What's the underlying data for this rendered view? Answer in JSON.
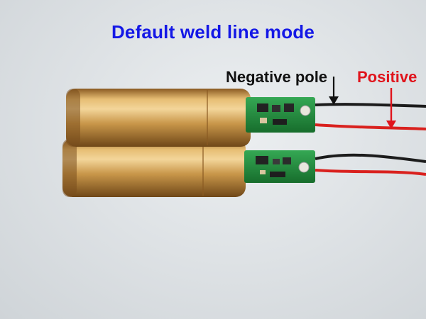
{
  "title": "Default weld line mode",
  "labels": {
    "negative": "Negative pole",
    "positive": "Positive"
  },
  "colors": {
    "title": "#1418e6",
    "negative_label": "#111111",
    "positive_label": "#e0141c",
    "brass": "#c9974a",
    "pcb": "#1f8a3a",
    "red_wire": "#d9211e",
    "black_wire": "#1c1c1c"
  },
  "objects": [
    "laser-module-top",
    "laser-module-bottom"
  ]
}
